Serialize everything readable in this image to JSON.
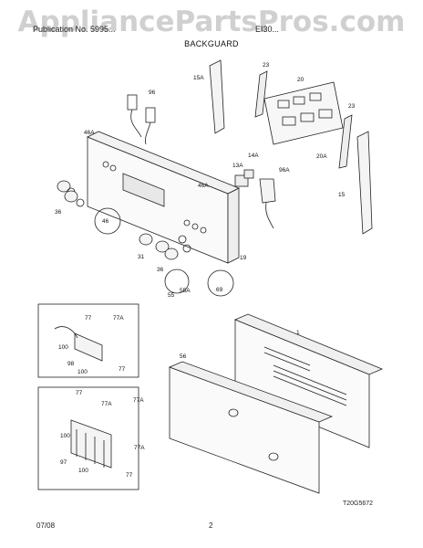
{
  "watermark": "AppliancePartsPros.com",
  "header": {
    "publication_left": "Publication No. 5995...",
    "model_right": "EI30...",
    "section_title": "BACKGUARD"
  },
  "footer": {
    "date": "07/08",
    "page_number": "2"
  },
  "diagram_code": "T20G5672",
  "callouts": {
    "c96": "96",
    "c15A": "15A",
    "c23a": "23",
    "c20": "20",
    "c23b": "23",
    "c46A_left": "46A",
    "c14A": "14A",
    "c13A": "13A",
    "c96A": "96A",
    "c20A": "20A",
    "c15": "15",
    "c46A_mid": "46A",
    "c36_left": "36",
    "c46": "46",
    "c31": "31",
    "c36_mid": "36",
    "c19": "19",
    "c55": "55",
    "c55A": "55A",
    "c69": "69",
    "c77_box1": "77",
    "c77A_box1": "77A",
    "c100_box1a": "100",
    "c98": "98",
    "c100_box1b": "100",
    "c77_box1b": "77",
    "c1": "1",
    "c56": "56",
    "c77_box2": "77",
    "c77A_box2a": "77A",
    "c77A_box2b": "77A",
    "c100_box2a": "100",
    "c97": "97",
    "c77A_box2c": "77A",
    "c100_box2b": "100",
    "c77_box2b": "77"
  }
}
